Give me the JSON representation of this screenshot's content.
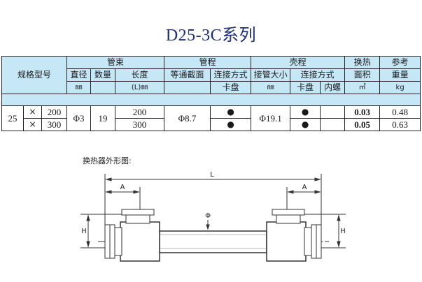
{
  "title": "D25-3C系列",
  "table": {
    "h_model": "规格型号",
    "h_bundle": "管束",
    "h_tube": "管程",
    "h_shell": "壳程",
    "h_heat": "换热",
    "h_ref": "参考",
    "h_dia": "直径",
    "h_qty": "数量",
    "h_len": "长度",
    "h_tube_area": "等通截面",
    "h_tube_conn": "连接方式",
    "h_shell_pipe": "接管大小",
    "h_shell_conn": "连接方式",
    "h_area": "面积",
    "h_weight": "重量",
    "u_dia": "㎜",
    "u_len": "(L)㎜",
    "u_tube_conn": "卡盘",
    "u_shell_pipe": "㎜",
    "u_clamp": "卡盘",
    "u_thread": "内螺",
    "u_area": "㎡",
    "u_weight": "kg",
    "r_base": "25",
    "r_x1": "×",
    "r_x2": "×",
    "r_l1": "200",
    "r_l2": "300",
    "r_dia": "Φ3",
    "r_qty": "19",
    "r_len1": "200",
    "r_len2": "300",
    "r_tube_area": "Φ8.7",
    "r_dot1": "●",
    "r_dot2": "●",
    "r_shell_pipe": "Φ19.1",
    "r_dot3": "●",
    "r_dot4": "●",
    "r_area1": "0.03",
    "r_area2": "0.05",
    "r_w1": "0.48",
    "r_w2": "0.63"
  },
  "drawing": {
    "caption": "换热器外形图:",
    "label_L": "L",
    "label_A_left": "A",
    "label_A_right": "A",
    "label_phi": "Φ",
    "label_H_left": "H",
    "label_H_right": "H"
  }
}
